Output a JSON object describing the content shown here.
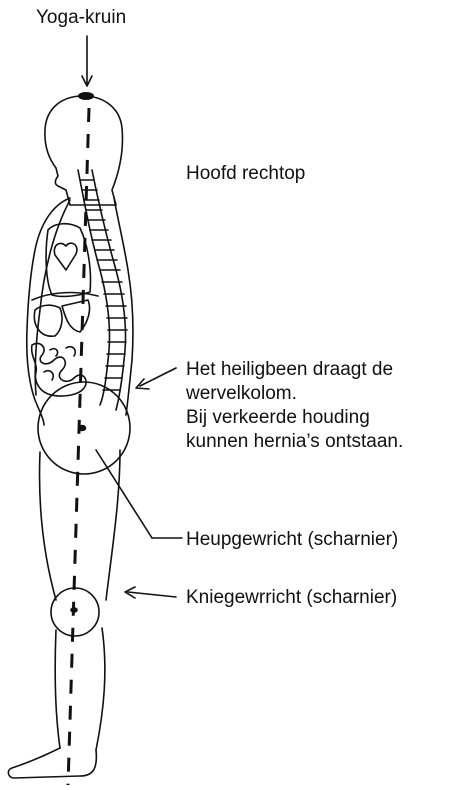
{
  "labels": {
    "crown": "Yoga-kruin",
    "head": "Hoofd rechtop",
    "sacrum": [
      "Het heiligbeen draagt de",
      "wervelkolom.",
      "Bij verkeerde houding",
      "kunnen hernia’s ontstaan."
    ],
    "hip": "Heupgewricht (scharnier)",
    "knee": "Kniegewrricht (scharnier)"
  },
  "colors": {
    "ink": "#111111",
    "background": "#ffffff"
  }
}
